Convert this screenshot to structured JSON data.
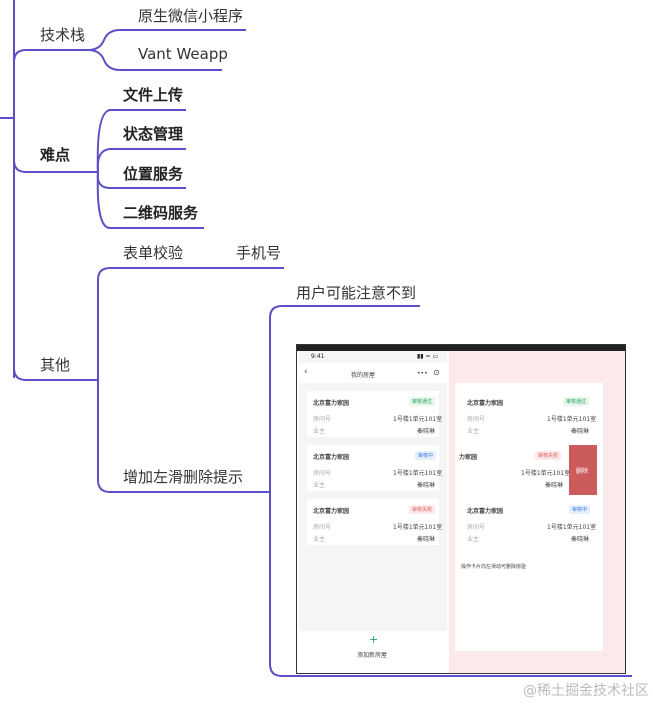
{
  "mindmap": {
    "tech_stack": {
      "label": "技术栈",
      "children": [
        "原生微信小程序",
        "Vant Weapp"
      ]
    },
    "difficulties": {
      "label": "难点",
      "children": [
        "文件上传",
        "状态管理",
        "位置服务",
        "二维码服务"
      ]
    },
    "other": {
      "label": "其他",
      "form_validation": {
        "label": "表单校验",
        "child": "手机号"
      },
      "swipe_delete": {
        "label": "增加左滑删除提示",
        "child": "用户可能注意不到"
      }
    }
  },
  "screenshot": {
    "status_time": "9:41",
    "left": {
      "nav_title": "我的房屋",
      "cards": [
        {
          "title": "北京富力家园",
          "tag": "审核通过",
          "tag_color": "green",
          "row1_label": "房间号",
          "row1_value": "1号楼1单元101室",
          "row2_label": "业主",
          "row2_value": "秦晓琳"
        },
        {
          "title": "北京富力家园",
          "tag": "审核中",
          "tag_color": "blue",
          "row1_label": "房间号",
          "row1_value": "1号楼1单元101室",
          "row2_label": "业主",
          "row2_value": "秦晓琳"
        },
        {
          "title": "北京富力家园",
          "tag": "审核失败",
          "tag_color": "red",
          "row1_label": "房间号",
          "row1_value": "1号楼1单元101室",
          "row2_label": "业主",
          "row2_value": "秦晓琳"
        }
      ],
      "add_label": "添加新房屋"
    },
    "right": {
      "cards": [
        {
          "title": "北京富力家园",
          "tag": "审核通过",
          "tag_color": "green",
          "row1_label": "房间号",
          "row1_value": "1号楼1单元101室",
          "row2_label": "业主",
          "row2_value": "秦晓琳"
        },
        {
          "title": "力家园",
          "tag": "审核失败",
          "tag_color": "red",
          "row1_label": "",
          "row1_value": "1号楼1单元101室",
          "row2_label": "",
          "row2_value": "秦晓琳",
          "delete": "删除"
        },
        {
          "title": "北京富力家园",
          "tag": "审核中",
          "tag_color": "blue",
          "row1_label": "房间号",
          "row1_value": "1号楼1单元101室",
          "row2_label": "业主",
          "row2_value": "秦晓琳"
        }
      ],
      "tip": "操作卡片向左滑动可删除房屋"
    }
  },
  "watermark": "@稀土掘金技术社区",
  "colors": {
    "branch": "#5b50c8",
    "delete": "#cc5b5b",
    "green": "#2aa35c",
    "blue": "#3b7de0",
    "red": "#e05a5a"
  }
}
